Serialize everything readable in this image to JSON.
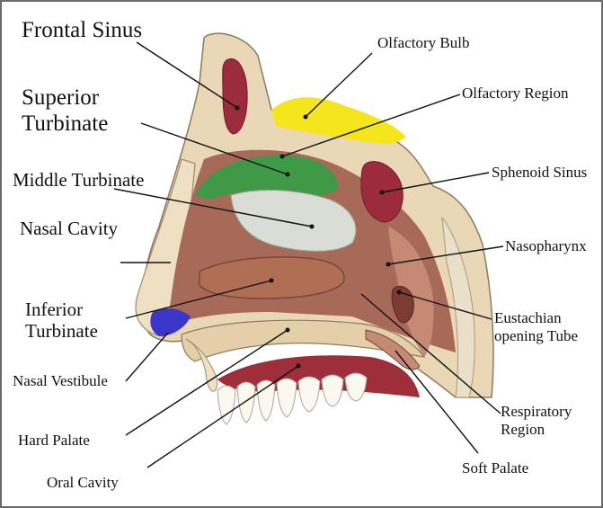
{
  "labels": {
    "frontal_sinus": "Frontal Sinus",
    "olfactory_bulb": "Olfactory Bulb",
    "olfactory_region": "Olfactory Region",
    "superior_turbinate": [
      "Superior",
      "Turbinate"
    ],
    "middle_turbinate": "Middle Turbinate",
    "sphenoid_sinus": "Sphenoid Sinus",
    "nasal_cavity": "Nasal Cavity",
    "nasopharynx": "Nasopharynx",
    "inferior_turbinate": [
      "Inferior",
      "Turbinate"
    ],
    "eustachian": [
      "Eustachian",
      "opening Tube"
    ],
    "nasal_vestibule": "Nasal Vestibule",
    "respiratory_region": [
      "Respiratory",
      "Region"
    ],
    "hard_palate": "Hard Palate",
    "soft_palate": "Soft Palate",
    "oral_cavity": "Oral Cavity"
  },
  "colors": {
    "background": "#ffffff",
    "frame": "#6b6b6b",
    "bone": "#e9d7b6",
    "tissue": "#a86a58",
    "sinus": "#9c2b3d",
    "olfactory_bulb": "#f5e51c",
    "superior_turbinate": "#3f9a47",
    "middle_turbinate": "#d9ddd6",
    "inferior_turbinate": "#b06f55",
    "nasal_vestibule": "#3b36c9",
    "mouth": "#9e2f3a",
    "teeth": "#faf8ef",
    "leader": "#111111"
  }
}
